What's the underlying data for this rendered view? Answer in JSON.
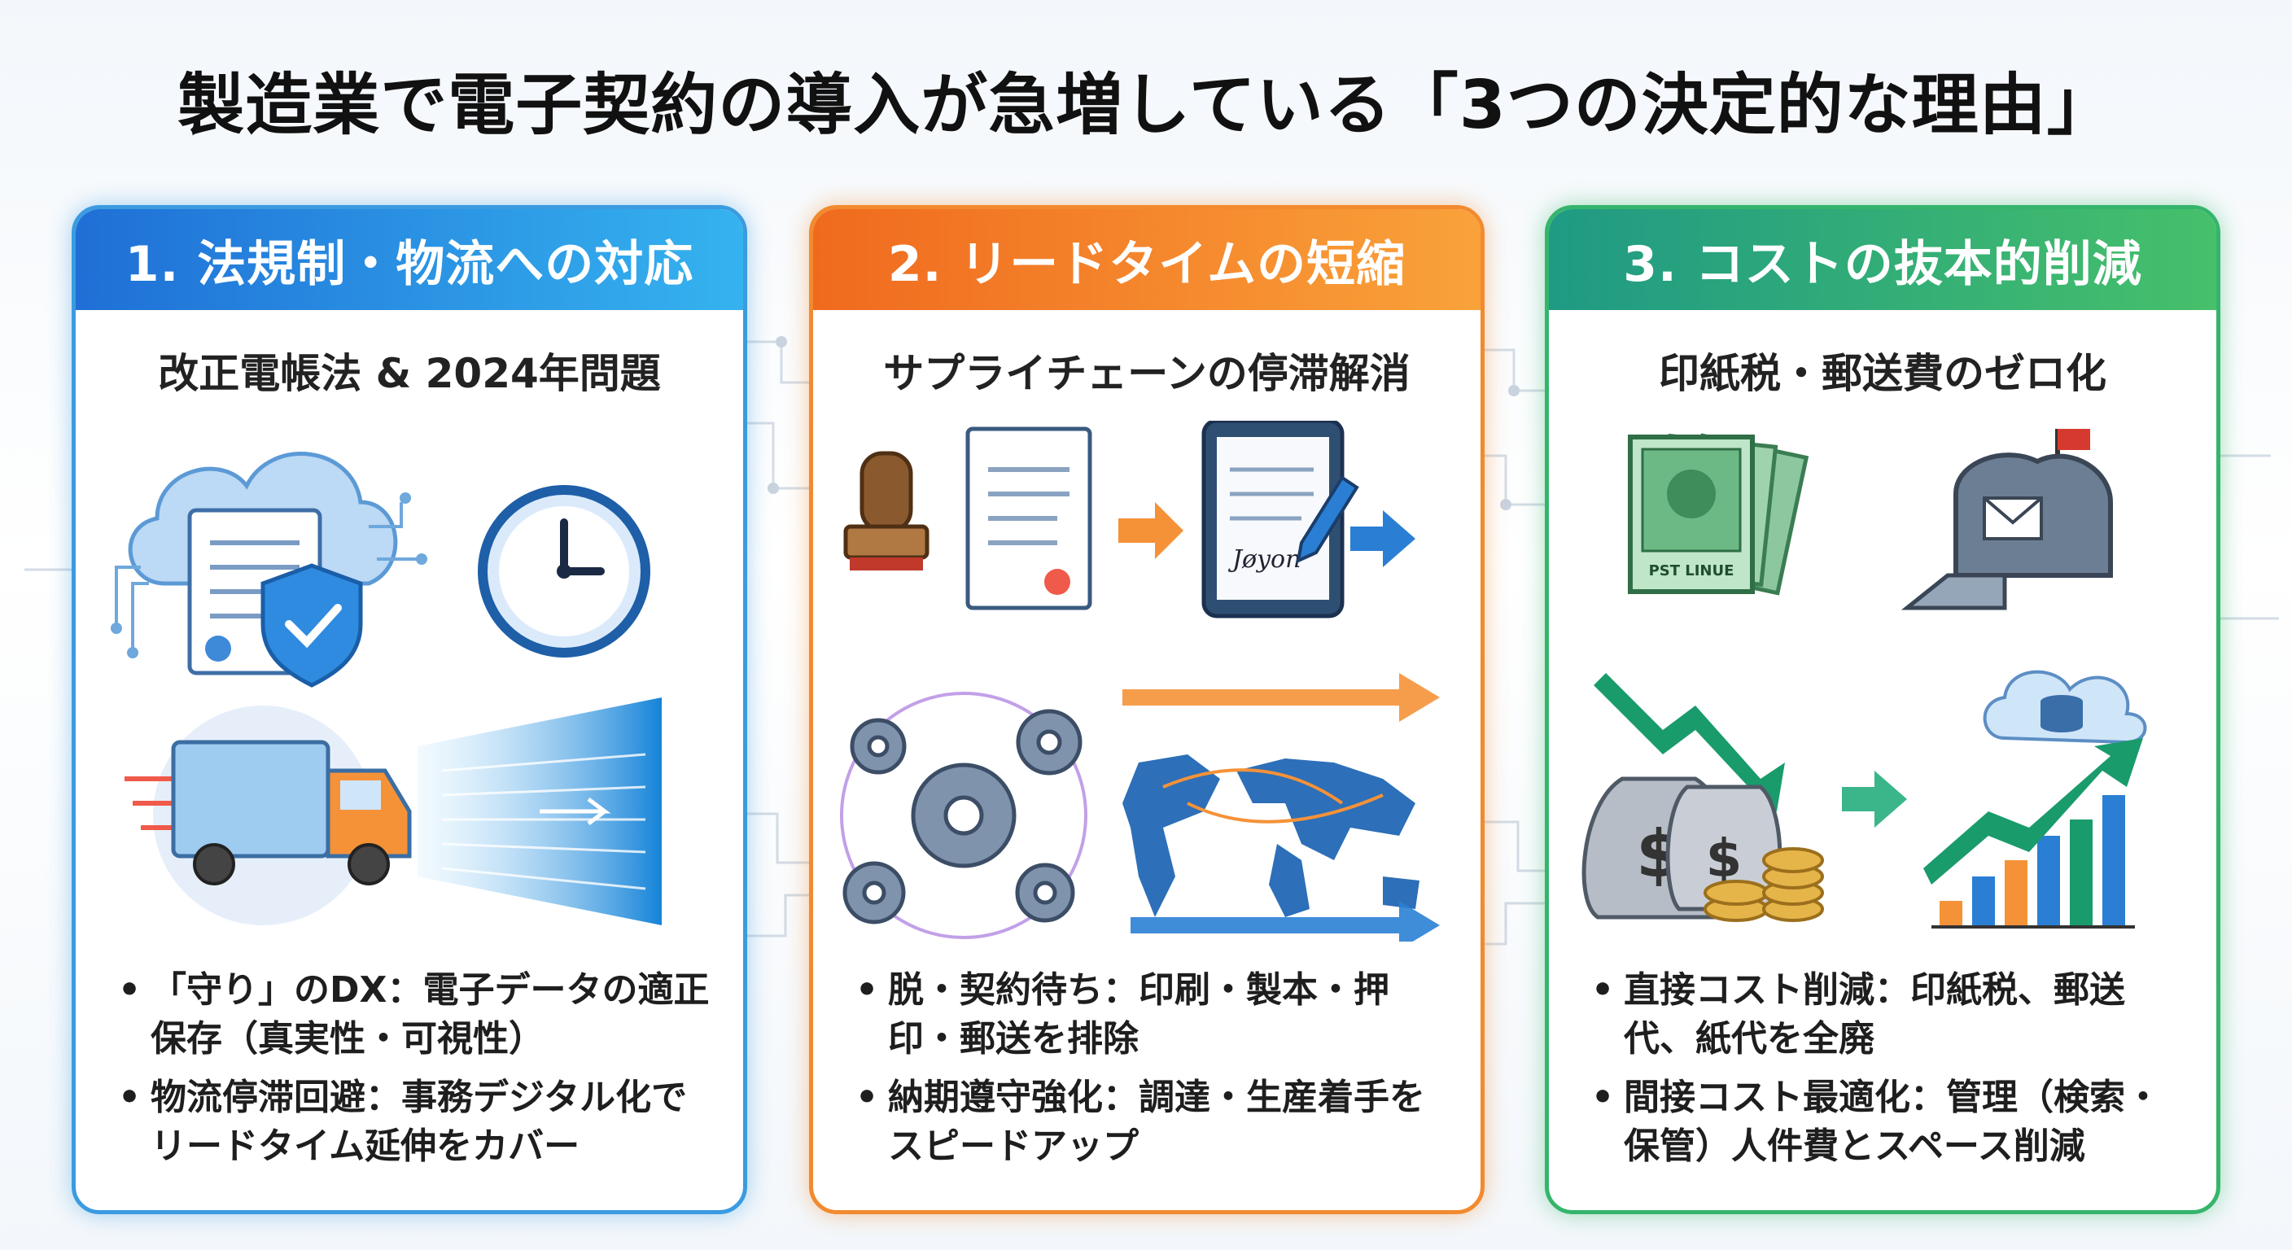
{
  "title": "製造業で電子契約の導入が急増している「3つの決定的な理由」",
  "cards": [
    {
      "heading": "1. 法規制・物流への対応",
      "subheading": "改正電帳法 & 2024年問題",
      "bullets": [
        "「守り」のDX：電子データの適正保存（真実性・可視性）",
        "物流停滞回避：事務デジタル化でリードタイム延伸をカバー"
      ],
      "color": "#3a9be0"
    },
    {
      "heading": "2. リードタイムの短縮",
      "subheading": "サプライチェーンの停滞解消",
      "bullets": [
        "脱・契約待ち：印刷・製本・押印・郵送を排除",
        "納期遵守強化：調達・生産着手をスピードアップ"
      ],
      "color": "#f28a2e"
    },
    {
      "heading": "3. コストの抜本的削減",
      "subheading": "印紙税・郵送費のゼロ化",
      "bullets": [
        "直接コスト削減：印紙税、郵送代、紙代を全廃",
        "間接コスト最適化：管理（検索・保管）人件費とスペース削減"
      ],
      "color": "#35b56b"
    }
  ],
  "illustration_text": {
    "signature": "Jøyon",
    "stamp": "PST LINUE",
    "currency": "$"
  }
}
